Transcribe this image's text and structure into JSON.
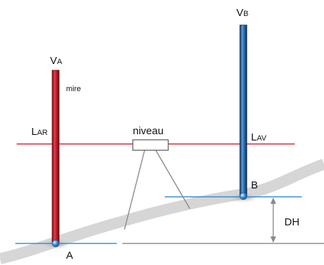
{
  "labels": {
    "va_main": "V",
    "va_sub": "A",
    "vb_main": "V",
    "vb_sub": "B",
    "mire": "mire",
    "lar_main": "L",
    "lar_sub": "AR",
    "lav_main": "L",
    "lav_sub": "AV",
    "niveau": "niveau",
    "point_a": "A",
    "point_b": "B",
    "dh": "DH"
  },
  "colors": {
    "sight_line": "#d42b3a",
    "rod_a": "#c8202e",
    "rod_b": "#2d6fae",
    "reference_line": "#3a8fd6",
    "ground": "#d6d6d6",
    "instrument_legs": "#8a8a8a",
    "point_marker": "#3a86d4"
  },
  "icons": {
    "point_a": "point-marker-icon",
    "point_b": "point-marker-icon"
  }
}
